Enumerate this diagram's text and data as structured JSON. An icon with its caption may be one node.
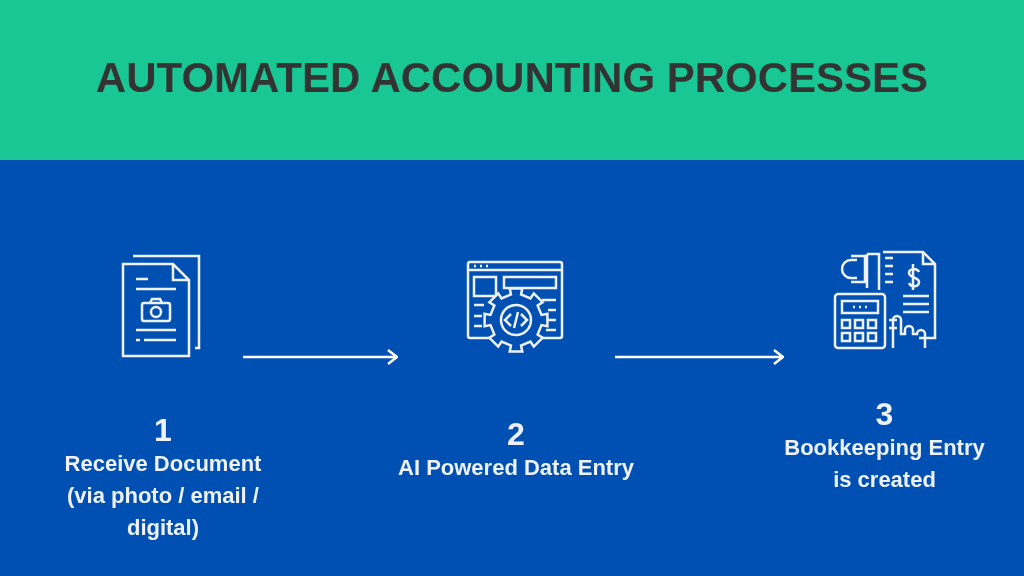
{
  "diagram": {
    "title": "AUTOMATED ACCOUNTING PROCESSES",
    "nodes": [
      {
        "text": [
          "1",
          "Receive Document (via photo / email / digital)"
        ]
      },
      {
        "text": [
          "2",
          "AI Powered Data Entry"
        ]
      },
      {
        "text": [
          "3",
          "Bookkeeping Entry is created"
        ]
      }
    ],
    "edges": [
      {
        "from": 0,
        "to": 1,
        "arrow": "to"
      },
      {
        "from": 1,
        "to": 2,
        "arrow": "to"
      }
    ]
  }
}
